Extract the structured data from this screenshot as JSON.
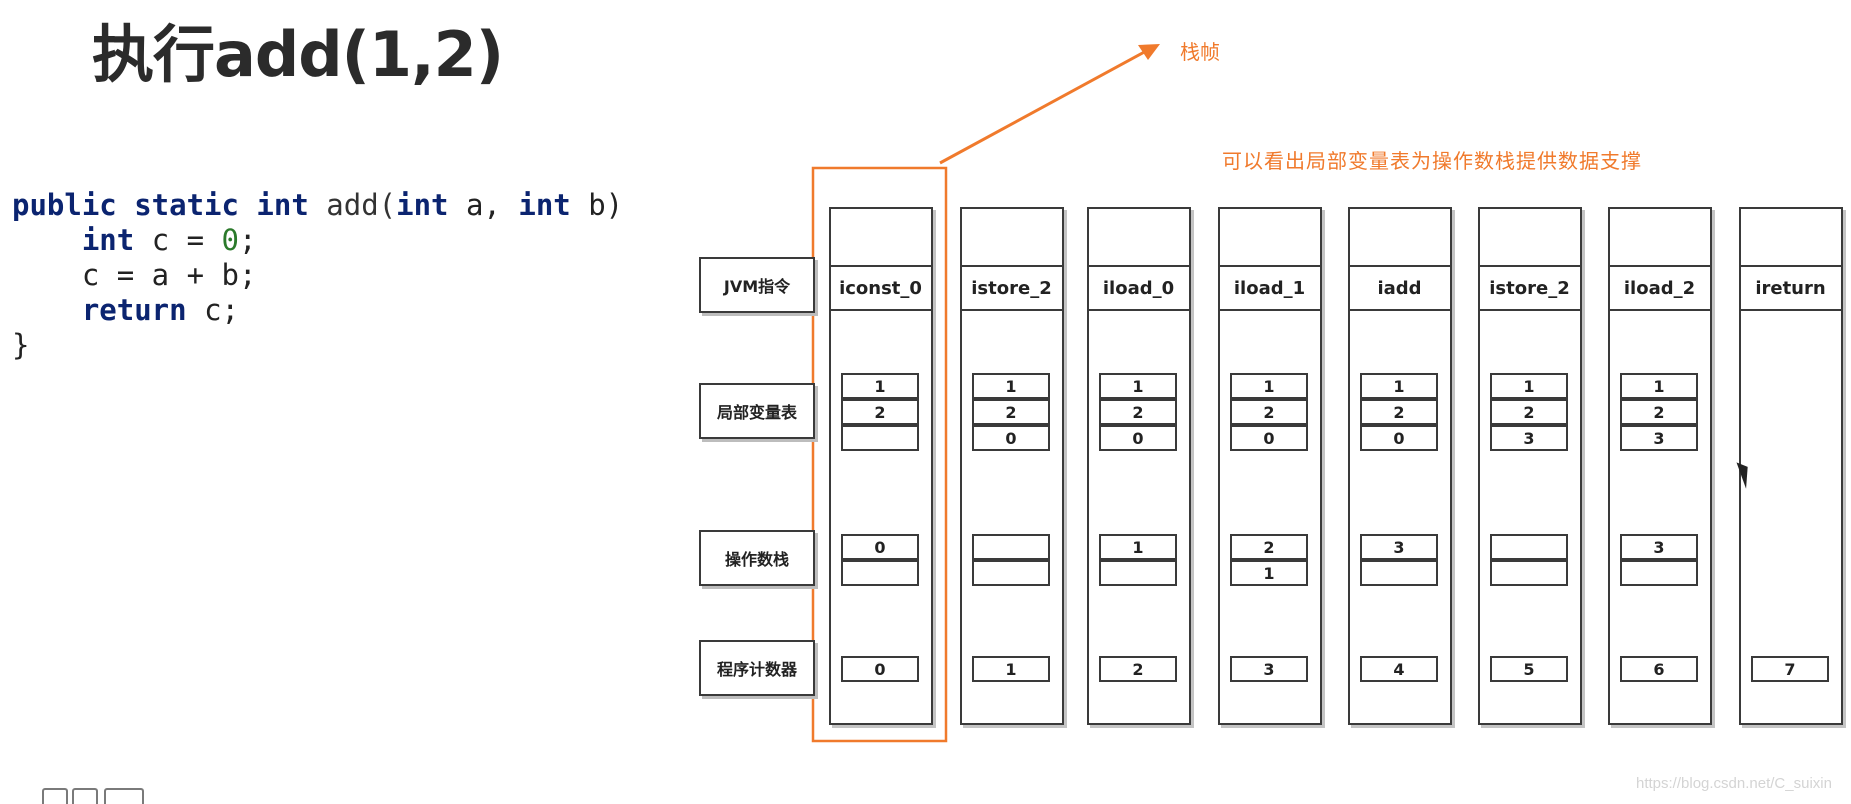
{
  "title": "执行add(1,2)",
  "code_lines": [
    [
      {
        "t": "public static int ",
        "k": "kw"
      },
      {
        "t": "add(",
        "k": "fn"
      },
      {
        "t": "int ",
        "k": "kw"
      },
      {
        "t": "a, ",
        "k": ""
      },
      {
        "t": "int ",
        "k": "kw"
      },
      {
        "t": "b)",
        "k": ""
      }
    ],
    [
      {
        "t": "    ",
        "k": ""
      },
      {
        "t": "int ",
        "k": "kw"
      },
      {
        "t": "c = ",
        "k": ""
      },
      {
        "t": "0",
        "k": "num"
      },
      {
        "t": ";",
        "k": ""
      }
    ],
    [
      {
        "t": "    c = a + b;",
        "k": ""
      }
    ],
    [
      {
        "t": "    ",
        "k": ""
      },
      {
        "t": "return ",
        "k": "kw"
      },
      {
        "t": "c;",
        "k": ""
      }
    ],
    [
      {
        "t": "}",
        "k": ""
      }
    ]
  ],
  "frame_label": "栈帧",
  "annotation": "可以看出局部变量表为操作数栈提供数据支撑",
  "row_labels": {
    "jvm_instruction": "JVM指令",
    "local_variables": "局部变量表",
    "operand_stack": "操作数栈",
    "program_counter": "程序计数器"
  },
  "steps": [
    {
      "instruction": "iconst_0",
      "locals": [
        "1",
        "2",
        ""
      ],
      "stack": [
        "0",
        ""
      ],
      "pc": "0"
    },
    {
      "instruction": "istore_2",
      "locals": [
        "1",
        "2",
        "0"
      ],
      "stack": [
        "",
        ""
      ],
      "pc": "1"
    },
    {
      "instruction": "iload_0",
      "locals": [
        "1",
        "2",
        "0"
      ],
      "stack": [
        "1",
        ""
      ],
      "pc": "2"
    },
    {
      "instruction": "iload_1",
      "locals": [
        "1",
        "2",
        "0"
      ],
      "stack": [
        "2",
        "1"
      ],
      "pc": "3"
    },
    {
      "instruction": "iadd",
      "locals": [
        "1",
        "2",
        "0"
      ],
      "stack": [
        "3",
        ""
      ],
      "pc": "4"
    },
    {
      "instruction": "istore_2",
      "locals": [
        "1",
        "2",
        "3"
      ],
      "stack": [
        "",
        ""
      ],
      "pc": "5"
    },
    {
      "instruction": "iload_2",
      "locals": [
        "1",
        "2",
        "3"
      ],
      "stack": [
        "3",
        ""
      ],
      "pc": "6"
    },
    {
      "instruction": "ireturn",
      "locals": [],
      "stack": [],
      "pc": "7"
    }
  ],
  "watermark": "https://blog.csdn.net/C_suixin",
  "colors": {
    "highlight": "#f07a2c",
    "keyword": "#0b2470",
    "number": "#2b7a2b",
    "border": "#3a3a3a"
  }
}
